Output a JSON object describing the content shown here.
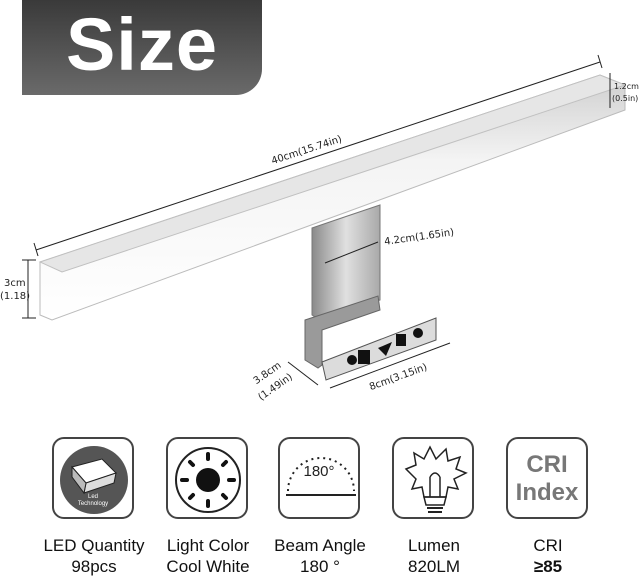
{
  "badge": {
    "title": "Size"
  },
  "dimensions": {
    "length": "40cm(15.74in)",
    "depth_cm": "1.2cm",
    "depth_in": "(0.5in)",
    "height_cm": "3cm",
    "height_in": "(1.18)",
    "arm": "4.2cm(1.65in)",
    "bracket_depth_cm": "3.8cm",
    "bracket_depth_in": "(1.49in)",
    "bracket_width": "8cm(3.15in)"
  },
  "specs": [
    {
      "icon": "led-chip-icon",
      "icon_text_1": "Led",
      "icon_text_2": "Technology",
      "label": "LED Quantity",
      "value": "98pcs"
    },
    {
      "icon": "sun-icon",
      "label": "Light Color",
      "value": "Cool White"
    },
    {
      "icon": "beam-angle-icon",
      "icon_text_1": "180°",
      "label": "Beam Angle",
      "value": "180 °"
    },
    {
      "icon": "light-bulb-icon",
      "label": "Lumen",
      "value": "820LM"
    },
    {
      "icon": "cri-index-icon",
      "icon_text_1": "CRI",
      "icon_text_2": "Index",
      "label": "CRI",
      "value": "≥85"
    }
  ]
}
